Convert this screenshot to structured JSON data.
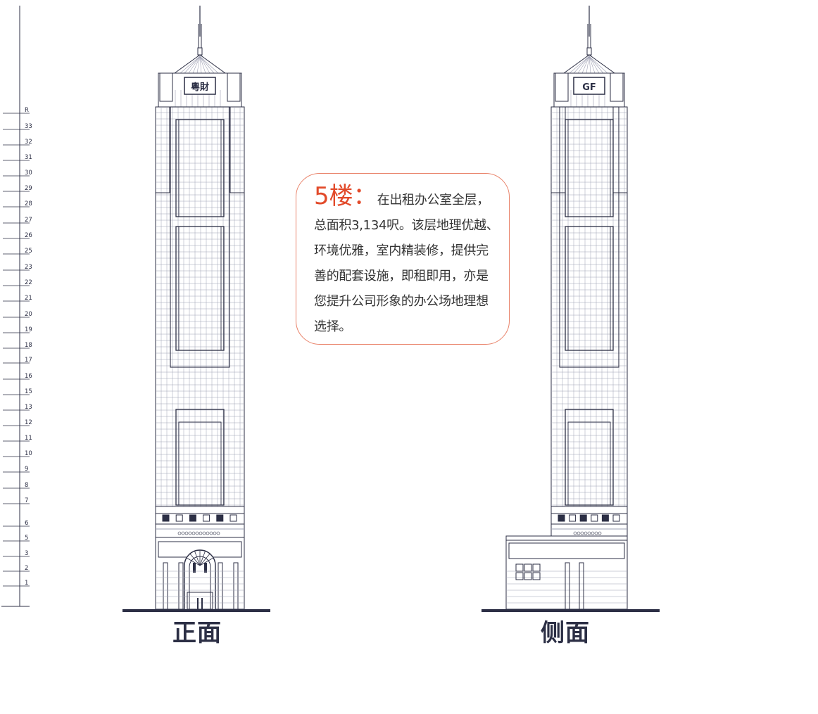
{
  "scale": {
    "floors": [
      "R",
      "33",
      "32",
      "31",
      "30",
      "29",
      "28",
      "27",
      "26",
      "25",
      "23",
      "22",
      "21",
      "20",
      "19",
      "18",
      "17",
      "16",
      "15",
      "13",
      "12",
      "11",
      "10",
      "9",
      "8",
      "7",
      "6",
      "5",
      "3",
      "2",
      "1"
    ]
  },
  "front_view": {
    "label": "正面",
    "sign_text": "粵財"
  },
  "side_view": {
    "label": "侧面",
    "sign_text": "GF"
  },
  "info": {
    "floor": "5楼：",
    "description": "在出租办公室全层，总面积3,134呎。该层地理优越、环境优雅，室内精装修，提供完善的配套设施，即租即用，亦是您提升公司形象的办公场地理想选择。"
  },
  "colors": {
    "line": "#2c2f45",
    "grid": "#9ea0b3",
    "accent": "#e24a2a",
    "bubble_border": "#e9836a"
  }
}
